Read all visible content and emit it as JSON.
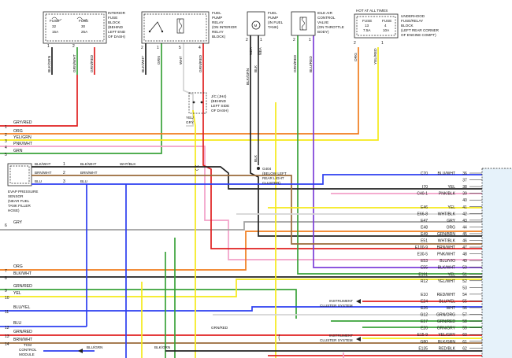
{
  "colors": {
    "red": "#e02020",
    "green": "#3aa23a",
    "orange": "#f07d1e",
    "yellow": "#f5ea1a",
    "pink": "#f2a0c8",
    "black": "#111111",
    "blue": "#2d3ef0",
    "gray": "#a0a0a0",
    "white_wire": "#d4d4d4",
    "brown": "#9a6a3a",
    "violet": "#7d3fd9",
    "ecm_fill": "#e6f2fa"
  },
  "components": {
    "interior_fuse_block": {
      "fuse1": [
        "FUSE",
        "32",
        "15A"
      ],
      "fuse2": [
        "FUSE",
        "30",
        "25A"
      ],
      "label": [
        "INTERIOR",
        "FUSE",
        "BLOCK",
        "(BEHIND",
        "LEFT END",
        "OF DASH)"
      ]
    },
    "fuel_pump_relay": {
      "label": [
        "FUEL",
        "PUMP",
        "RELAY",
        "(ON INTERIOR",
        "RELAY",
        "BLOCK)"
      ]
    },
    "fuel_pump": {
      "label": [
        "FUEL",
        "PUMP",
        "(IN FUEL",
        "TANK)"
      ],
      "symbol": "M"
    },
    "iac_valve": {
      "label": [
        "IDLE AIR",
        "CONTROL",
        "VALVE",
        "(ON THROTTLE",
        "BODY)"
      ]
    },
    "underhood_block": {
      "hot": "HOT AT ALL TIMES",
      "fuse1": [
        "FUSE",
        "13",
        "7.5A"
      ],
      "fuse2": [
        "FUSE",
        "4",
        "10A"
      ],
      "label": [
        "UNDERHOOD",
        "FUSE/RELAY",
        "BLOCK",
        "(LEFT REAR CORNER",
        "OF ENGINE COMPT)"
      ]
    },
    "jc": {
      "label": [
        "J/C (JH4)",
        "(BEHIND",
        "LEFT SIDE",
        "OF DASH)"
      ]
    },
    "ground": {
      "name": "G404",
      "label": [
        "(BELOW LEFT",
        "REAR LIGHT",
        "CLUSTER)"
      ]
    },
    "evap": {
      "label": [
        "EVAP PRESSURE",
        "SENSOR",
        "(NEAR FUEL",
        "TANK FILLER",
        "HOSE)"
      ]
    },
    "cluster1": [
      "INSTRUMENT",
      "CLUSTER SYSTEM"
    ],
    "cluster2": [
      "INSTRUMENT",
      "CLUSTER SYSTEM"
    ],
    "tcm": [
      "TCM",
      "CONTROL",
      "MODULE"
    ]
  },
  "top_wires": {
    "blk_grn": "BLK/GRN",
    "grn_wht": "GRN/WHT",
    "grn_red_top": "GRN/RED",
    "blk_wht_top": "BLK/WHT",
    "grn": "GRN",
    "wht": "WHT",
    "grn_red_relay": "GRN/RED",
    "blk_grn_pump": "BLK/GRN",
    "blk": "BLK",
    "nea1": "NEA",
    "nea2": "NEA",
    "grn_red_iac": "GRN/RED",
    "blu_red": "BLU/RED",
    "org": "ORG",
    "yel_red": "YEL/RED",
    "yel_gry": [
      "YEL/",
      "GRY"
    ],
    "blk_vert": "BLK"
  },
  "pins_top": {
    "ifb": [
      "1",
      "2"
    ],
    "relay": [
      "2",
      "1",
      "5",
      "4"
    ],
    "pump": [
      "2",
      "1"
    ],
    "iac": [
      "2",
      "1"
    ],
    "uh": [
      "2",
      "1"
    ]
  },
  "left_rows": [
    {
      "n": "1",
      "label": "GRY/RED"
    },
    {
      "n": "2",
      "label": "ORG"
    },
    {
      "n": "3",
      "label": "YEL/GRN"
    },
    {
      "n": "4",
      "label": "PNK/WHT"
    },
    {
      "n": "5",
      "label": "GRN"
    },
    {
      "n": "6",
      "label": "GRY"
    },
    {
      "n": "7",
      "label": "ORG"
    },
    {
      "n": "8",
      "label": "BLK/WHT"
    },
    {
      "n": "9",
      "label": "GRN/RED"
    },
    {
      "n": "10",
      "label": "YEL"
    },
    {
      "n": "11",
      "label": "BLU/YEL"
    },
    {
      "n": "12",
      "label": "BLU"
    },
    {
      "n": "13",
      "label": "GRN/RED"
    },
    {
      "n": "14",
      "label": "BRN/WHT"
    }
  ],
  "evap_wires": [
    {
      "label": "BLK/WHT",
      "pin": "1",
      "right": "BLK/WHT"
    },
    {
      "label": "BRN/WHT",
      "pin": "2",
      "right": "BRN/WHT"
    },
    {
      "label": "BLU",
      "pin": "3",
      "right": "BLU"
    }
  ],
  "misc_labels": {
    "wht_blk": "WHT/BLK",
    "grn_red_low": "GRN/RED",
    "blu_grn": "BLU/GRN",
    "blk_grn_low": "BLK/GRN"
  },
  "ecm_pins": [
    {
      "conn": "C70",
      "wire": "BLU/WHT",
      "pin": "36"
    },
    {
      "conn": "",
      "wire": "",
      "pin": "37"
    },
    {
      "conn": "I70",
      "wire": "YEL",
      "pin": "38"
    },
    {
      "conn": "C40-1",
      "wire": "PNK/BLK",
      "pin": "39"
    },
    {
      "conn": "",
      "wire": "",
      "pin": "40"
    },
    {
      "conn": "E46",
      "wire": "YEL",
      "pin": "41"
    },
    {
      "conn": "E66-8",
      "wire": "WHT/BLK",
      "pin": "42"
    },
    {
      "conn": "E47",
      "wire": "GRY",
      "pin": "43"
    },
    {
      "conn": "E48",
      "wire": "ORG",
      "pin": "44"
    },
    {
      "conn": "E49",
      "wire": "GRN/BRN",
      "pin": "45"
    },
    {
      "conn": "E51",
      "wire": "WHT/BLK",
      "pin": "46"
    },
    {
      "conn": "E100-9",
      "wire": "BRN/WHT",
      "pin": "47"
    },
    {
      "conn": "E30-5",
      "wire": "PNK/WHT",
      "pin": "48"
    },
    {
      "conn": "E53",
      "wire": "BLU/VIO",
      "pin": "49"
    },
    {
      "conn": "E55",
      "wire": "BLK/WHT",
      "pin": "50"
    },
    {
      "conn": "E191",
      "wire": "YEL",
      "pin": "51"
    },
    {
      "conn": "R12",
      "wire": "YEL/WHT",
      "pin": "52"
    },
    {
      "conn": "",
      "wire": "",
      "pin": "53"
    },
    {
      "conn": "E10",
      "wire": "RED/WHT",
      "pin": "54"
    },
    {
      "conn": "E24",
      "wire": "BLU/YEL",
      "pin": "55"
    },
    {
      "conn": "E26",
      "wire": "WHT",
      "pin": "56"
    },
    {
      "conn": "G12",
      "wire": "GRN/ORG",
      "pin": "57"
    },
    {
      "conn": "E17",
      "wire": "GRN/RED",
      "pin": "58"
    },
    {
      "conn": "E20",
      "wire": "GRN/GRY",
      "pin": "59"
    },
    {
      "conn": "E15-9",
      "wire": "YEL/GRY",
      "pin": "60"
    },
    {
      "conn": "G80",
      "wire": "BLK/GRN",
      "pin": "61"
    },
    {
      "conn": "E135",
      "wire": "RED/BLK",
      "pin": "62"
    }
  ]
}
